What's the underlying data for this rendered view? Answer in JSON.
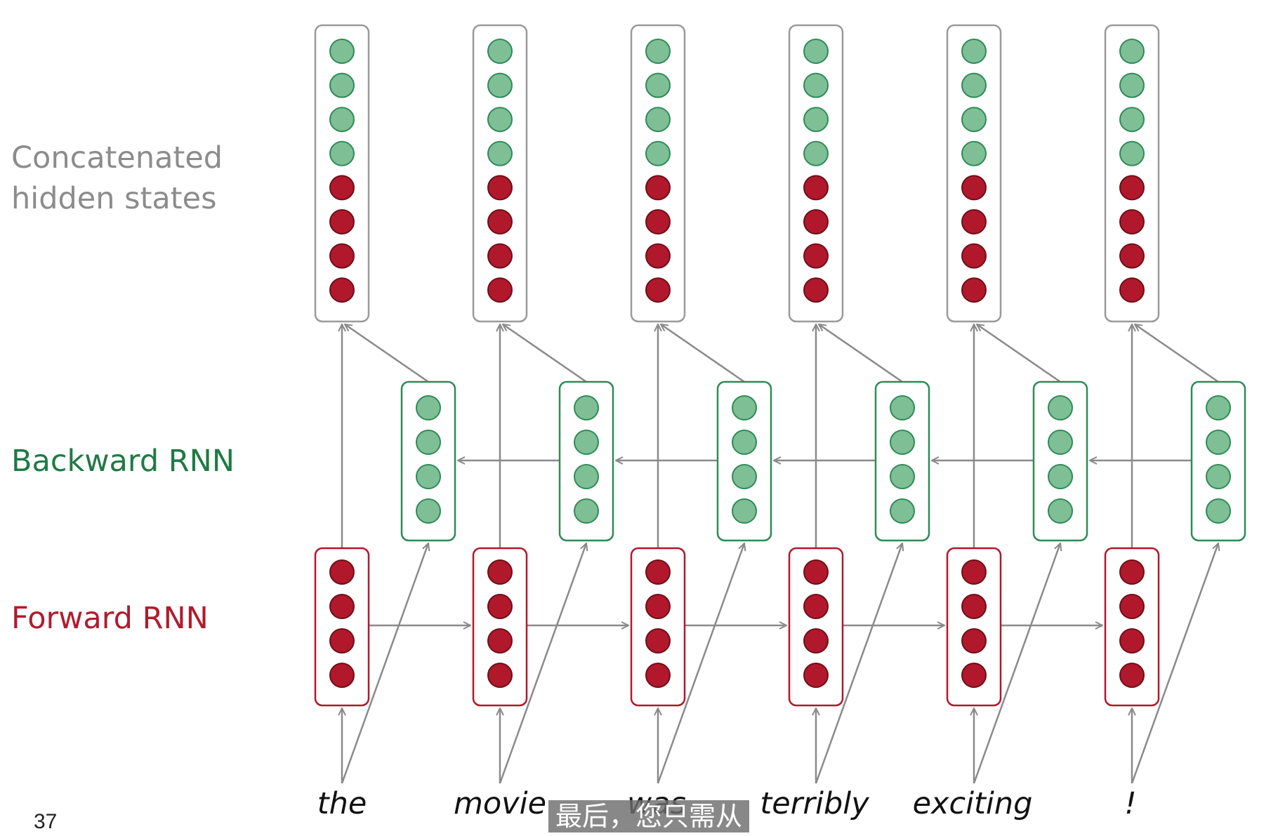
{
  "labels": {
    "concatenated_line1": "Concatenated",
    "concatenated_line2": "hidden states",
    "backward": "Backward RNN",
    "forward": "Forward RNN"
  },
  "words": [
    "the",
    "movie",
    "was",
    "terribly",
    "exciting",
    "!"
  ],
  "slide_number": "37",
  "subtitle": "最后，您只需从",
  "colors": {
    "forward": "#b2182b",
    "forward_text": "#b01c2e",
    "backward": "#7fbf96",
    "backward_text": "#1f7a45",
    "backward_stroke": "#2e8b57",
    "concat_text": "#8c8c8c",
    "concat_box": "#9a9a9a",
    "arrow": "#8a8a8a"
  }
}
